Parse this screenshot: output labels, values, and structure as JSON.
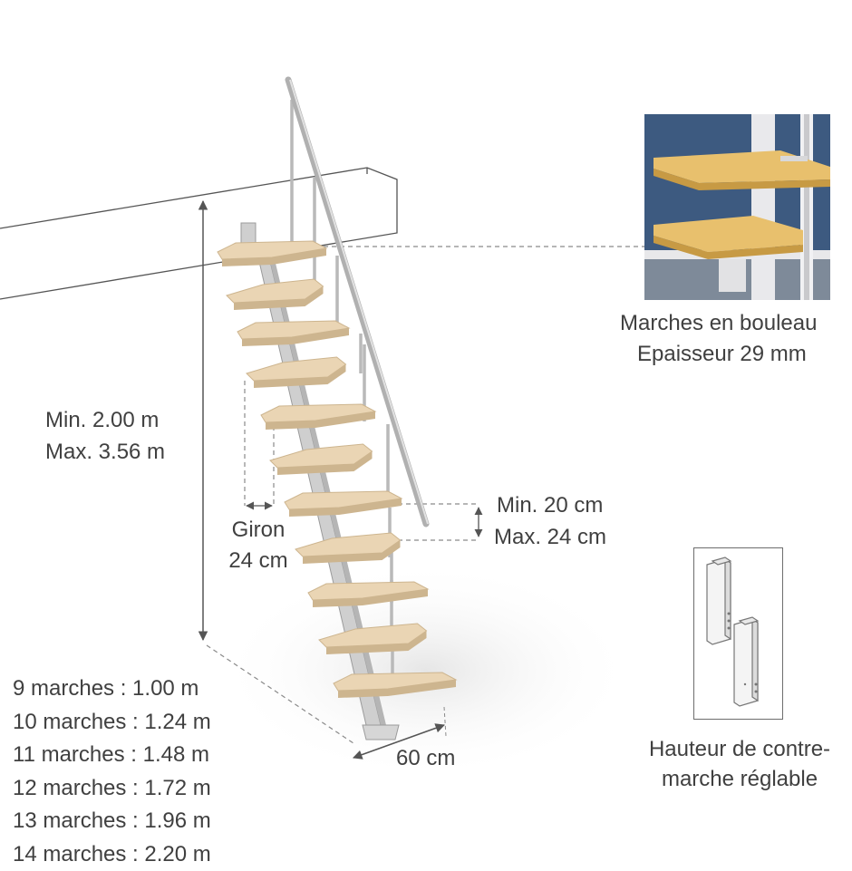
{
  "dimensions": {
    "height_range": [
      "Min. 2.00 m",
      "Max. 3.56 m"
    ],
    "giron": [
      "Giron",
      "24 cm"
    ],
    "riser_range": [
      "Min. 20 cm",
      "Max. 24 cm"
    ],
    "width": "60 cm"
  },
  "material": [
    "Marches en bouleau",
    "Epaisseur 29 mm"
  ],
  "riser_adjust": [
    "Hauteur de contre-",
    "marche réglable"
  ],
  "specs": [
    "9 marches : 1.00 m",
    "10 marches : 1.24 m",
    "11 marches : 1.48 m",
    "12 marches : 1.72 m",
    "13 marches : 1.96 m",
    "14 marches : 2.20 m"
  ],
  "colors": {
    "tread": "#ead5b4",
    "tread_edge": "#cdb58f",
    "metal": "#c9c9c9",
    "metal_dark": "#9b9b9b",
    "line": "#555555",
    "dashed": "#8a8a8a",
    "photo_wall": "#3d5a80"
  }
}
